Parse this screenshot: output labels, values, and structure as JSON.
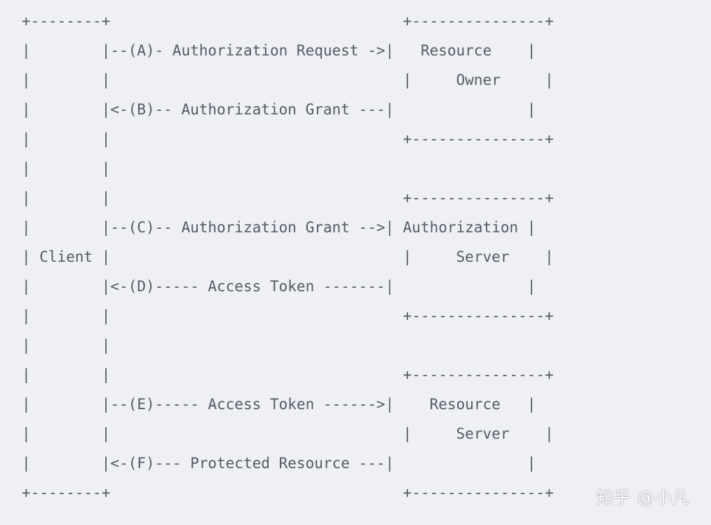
{
  "diagram": {
    "lines": [
      "+--------+                                 +---------------+",
      "|        |--(A)- Authorization Request ->|   Resource    |",
      "|        |                                 |     Owner     |",
      "|        |<-(B)-- Authorization Grant ---|               |",
      "|        |                                 +---------------+",
      "|        |",
      "|        |                                 +---------------+",
      "|        |--(C)-- Authorization Grant -->| Authorization |",
      "| Client |                                 |     Server    |",
      "|        |<-(D)----- Access Token -------|               |",
      "|        |                                 +---------------+",
      "|        |",
      "|        |                                 +---------------+",
      "|        |--(E)----- Access Token ------>|    Resource   |",
      "|        |                                 |     Server    |",
      "|        |<-(F)--- Protected Resource ---|               |",
      "+--------+                                 +---------------+"
    ]
  },
  "watermark": {
    "text": "知乎 @小凡"
  }
}
